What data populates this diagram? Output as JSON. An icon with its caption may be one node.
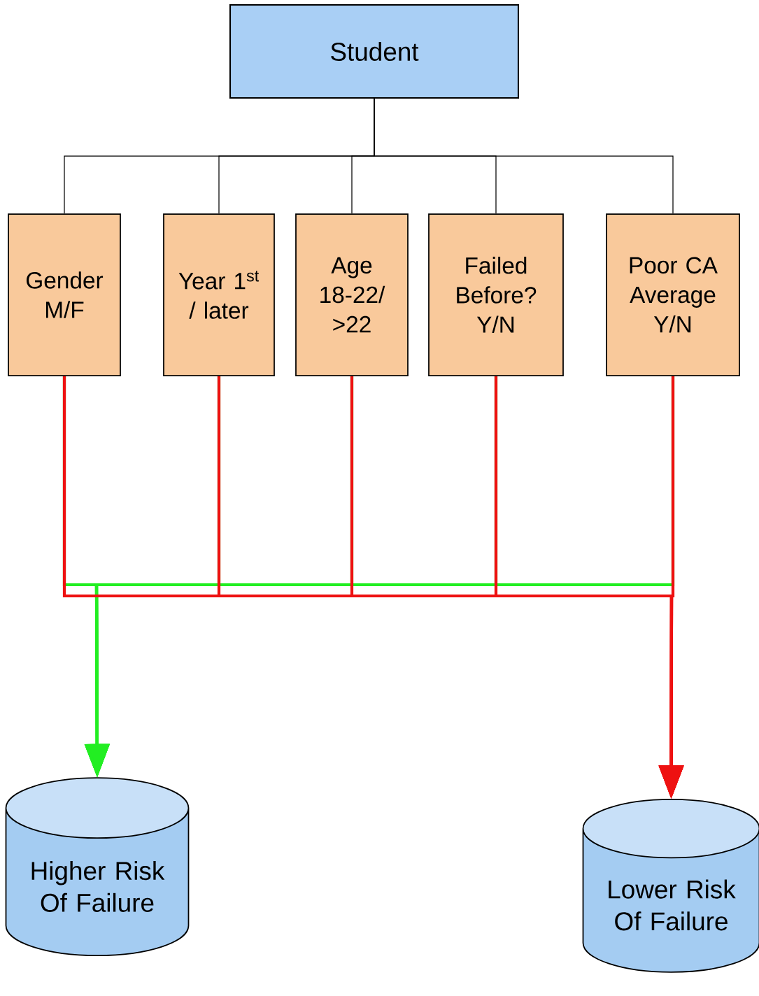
{
  "diagram": {
    "nodes": [
      {
        "text": [
          "Student"
        ]
      },
      {
        "text": [
          "Gender M/F"
        ]
      },
      {
        "text": [
          "Year 1$^{st}$ / later"
        ]
      },
      {
        "text": [
          "Age 18-22/ >22"
        ]
      },
      {
        "text": [
          "Failed Before? Y/N"
        ]
      },
      {
        "text": [
          "Poor CA Average Y/N"
        ]
      },
      {
        "text": [
          "Higher Risk Of Failure"
        ]
      },
      {
        "text": [
          "Lower Risk Of Failure"
        ]
      }
    ],
    "edges": [
      {
        "from": 0,
        "to": 1,
        "arrow": "none"
      },
      {
        "from": 0,
        "to": 2,
        "arrow": "none"
      },
      {
        "from": 0,
        "to": 3,
        "arrow": "none"
      },
      {
        "from": 0,
        "to": 4,
        "arrow": "none"
      },
      {
        "from": 0,
        "to": 5,
        "arrow": "none"
      },
      {
        "from": 1,
        "to": 6,
        "arrow": "to",
        "color": "#22ee22"
      },
      {
        "from": 2,
        "to": 6,
        "arrow": "to",
        "color": "#22ee22"
      },
      {
        "from": 3,
        "to": 6,
        "arrow": "to",
        "color": "#22ee22"
      },
      {
        "from": 4,
        "to": 6,
        "arrow": "to",
        "color": "#22ee22"
      },
      {
        "from": 5,
        "to": 6,
        "arrow": "to",
        "color": "#22ee22"
      },
      {
        "from": 1,
        "to": 7,
        "arrow": "to",
        "color": "#ee1111"
      },
      {
        "from": 2,
        "to": 7,
        "arrow": "to",
        "color": "#ee1111"
      },
      {
        "from": 3,
        "to": 7,
        "arrow": "to",
        "color": "#ee1111"
      },
      {
        "from": 4,
        "to": 7,
        "arrow": "to",
        "color": "#ee1111"
      },
      {
        "from": 5,
        "to": 7,
        "arrow": "to",
        "color": "#ee1111"
      }
    ]
  }
}
